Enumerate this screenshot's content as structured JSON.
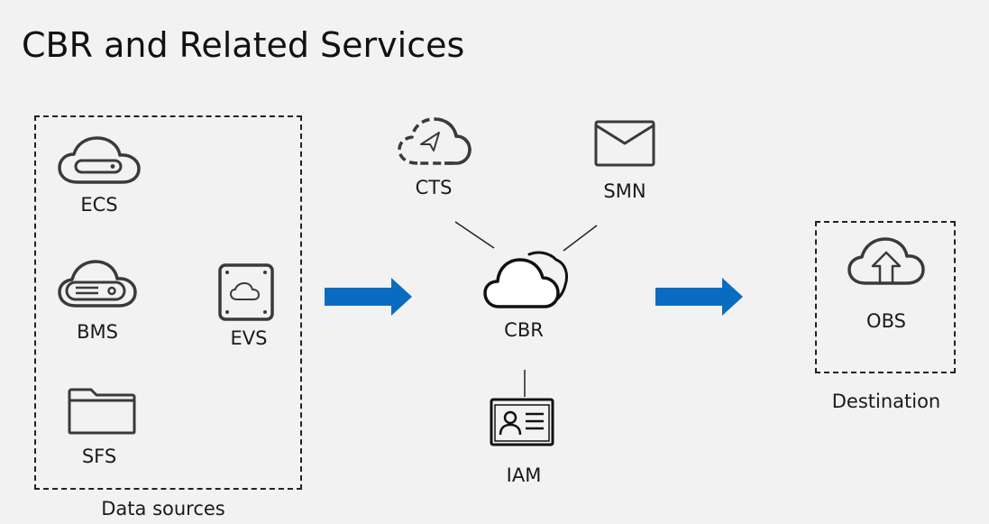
{
  "title": "CBR and Related Services",
  "groups": {
    "data_sources": "Data sources",
    "destination": "Destination"
  },
  "services": {
    "ecs": "ECS",
    "bms": "BMS",
    "evs": "EVS",
    "sfs": "SFS",
    "cts": "CTS",
    "smn": "SMN",
    "cbr": "CBR",
    "iam": "IAM",
    "obs": "OBS"
  },
  "colors": {
    "arrow": "#0a6cc1",
    "stroke": "#3a3a3a",
    "background": "#f2f2f2"
  }
}
